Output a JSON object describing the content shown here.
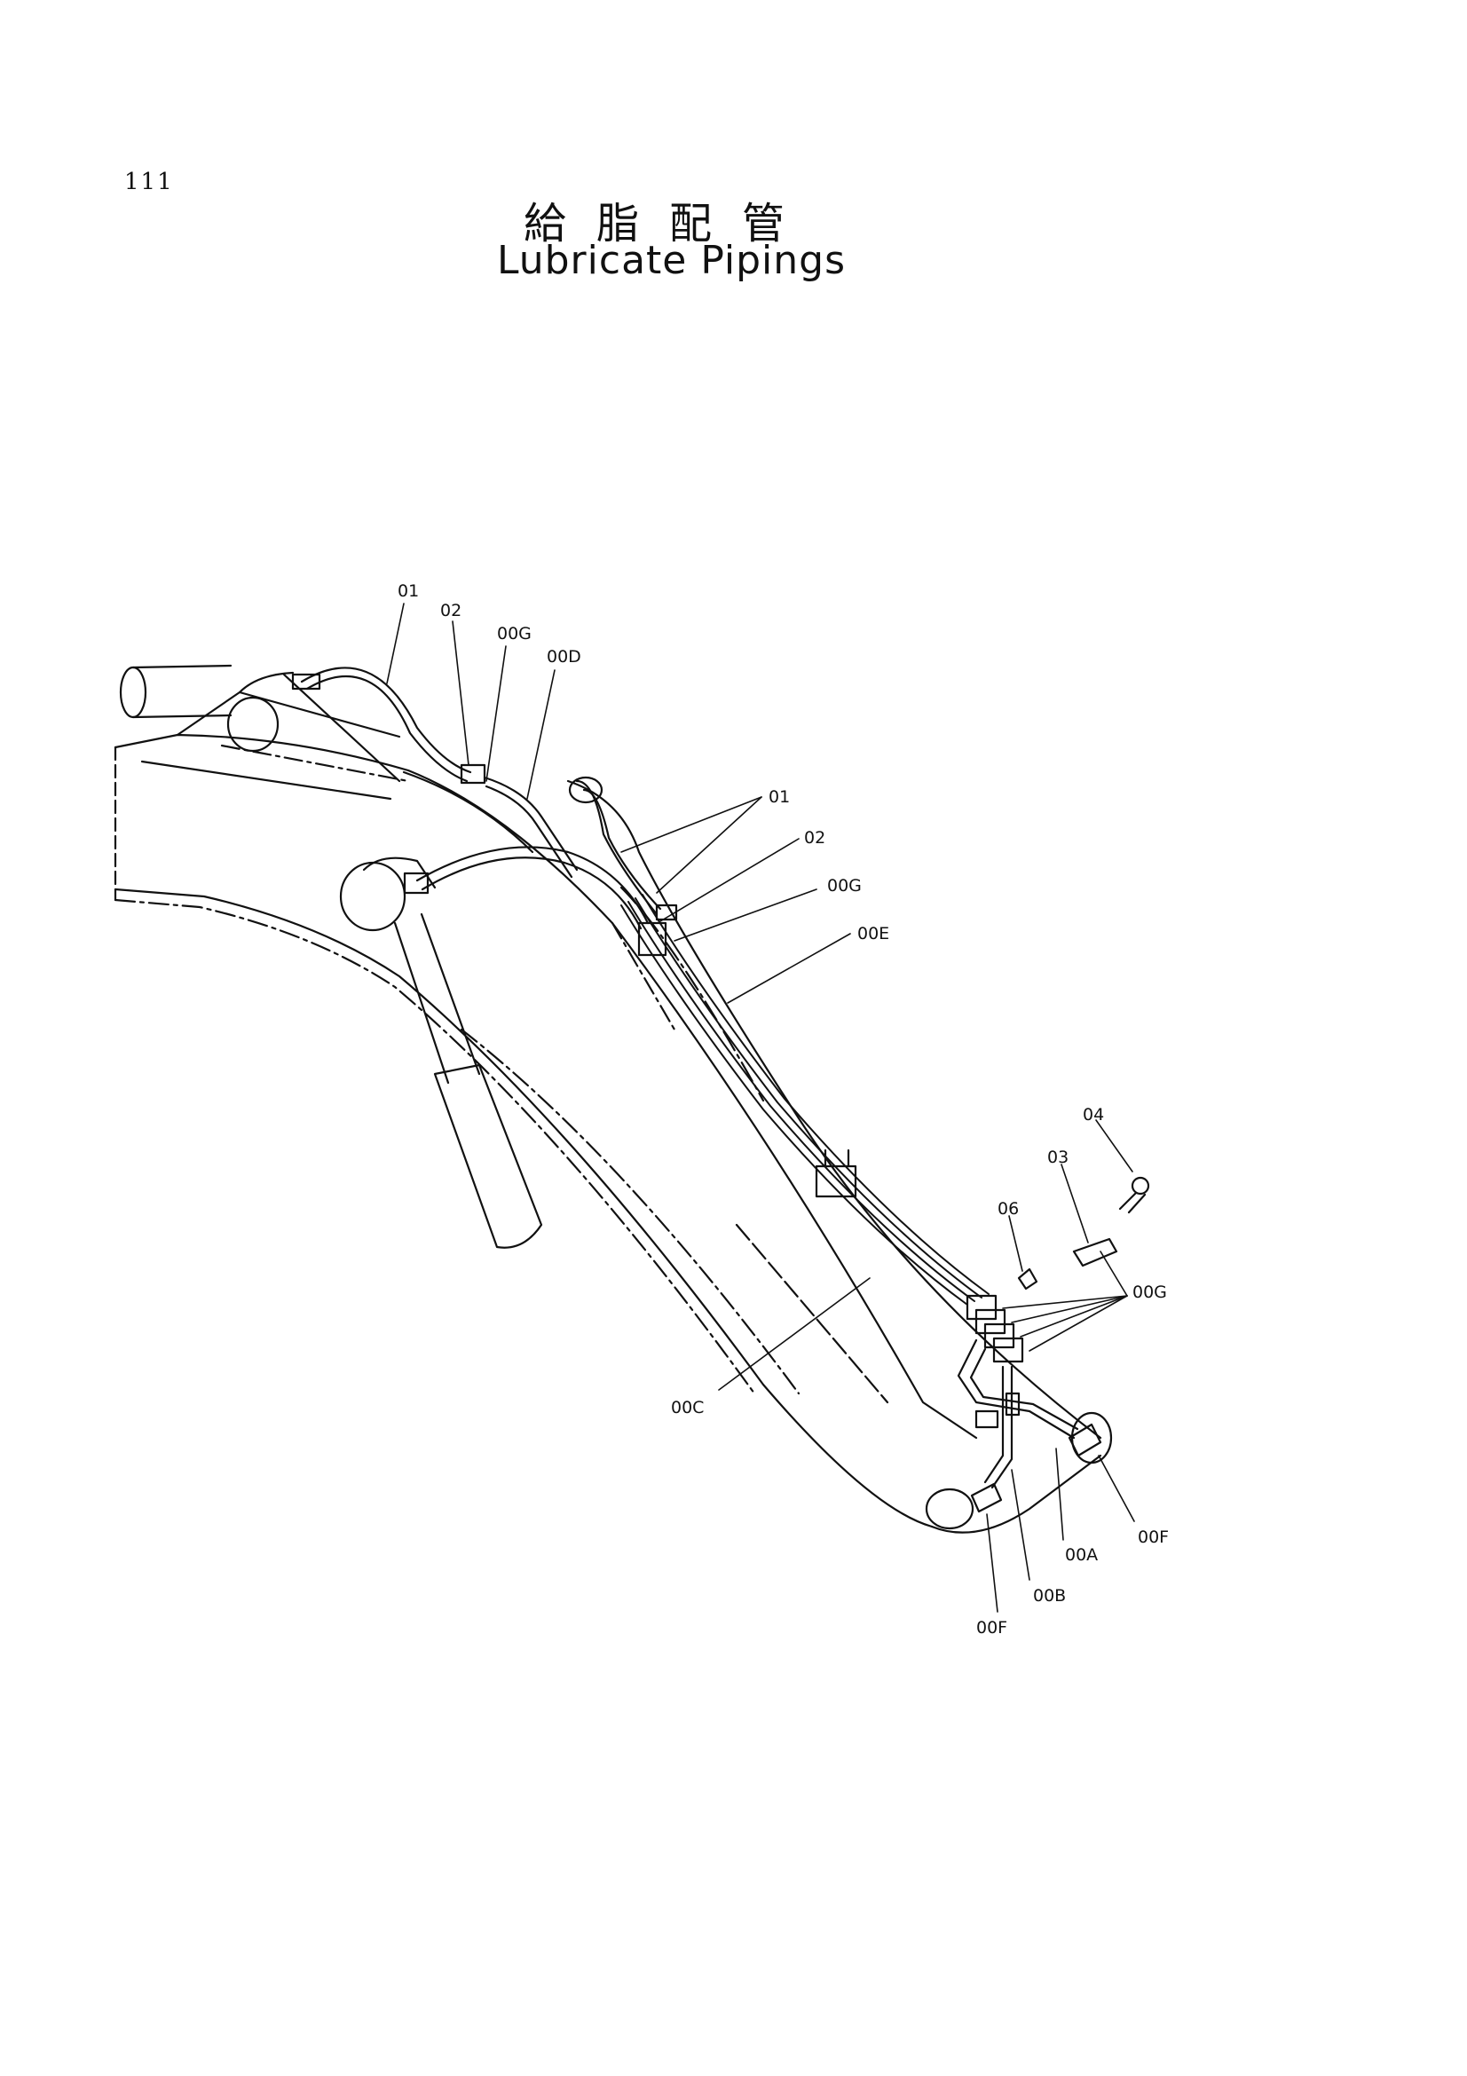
{
  "page": {
    "number": "111"
  },
  "title": {
    "japanese": "給脂配管",
    "english": "Lubricate Pipings"
  },
  "callouts": [
    {
      "id": "c01a",
      "text": "01"
    },
    {
      "id": "c02a",
      "text": "02"
    },
    {
      "id": "c00Ga",
      "text": "00G"
    },
    {
      "id": "c00D",
      "text": "00D"
    },
    {
      "id": "c01b",
      "text": "01"
    },
    {
      "id": "c02b",
      "text": "02"
    },
    {
      "id": "c00Gb",
      "text": "00G"
    },
    {
      "id": "c00E",
      "text": "00E"
    },
    {
      "id": "c04",
      "text": "04"
    },
    {
      "id": "c03",
      "text": "03"
    },
    {
      "id": "c06",
      "text": "06"
    },
    {
      "id": "c00Gc",
      "text": "00G"
    },
    {
      "id": "c00C",
      "text": "00C"
    },
    {
      "id": "c00Fa",
      "text": "00F"
    },
    {
      "id": "c00A",
      "text": "00A"
    },
    {
      "id": "c00B",
      "text": "00B"
    },
    {
      "id": "c00Fb",
      "text": "00F"
    }
  ]
}
